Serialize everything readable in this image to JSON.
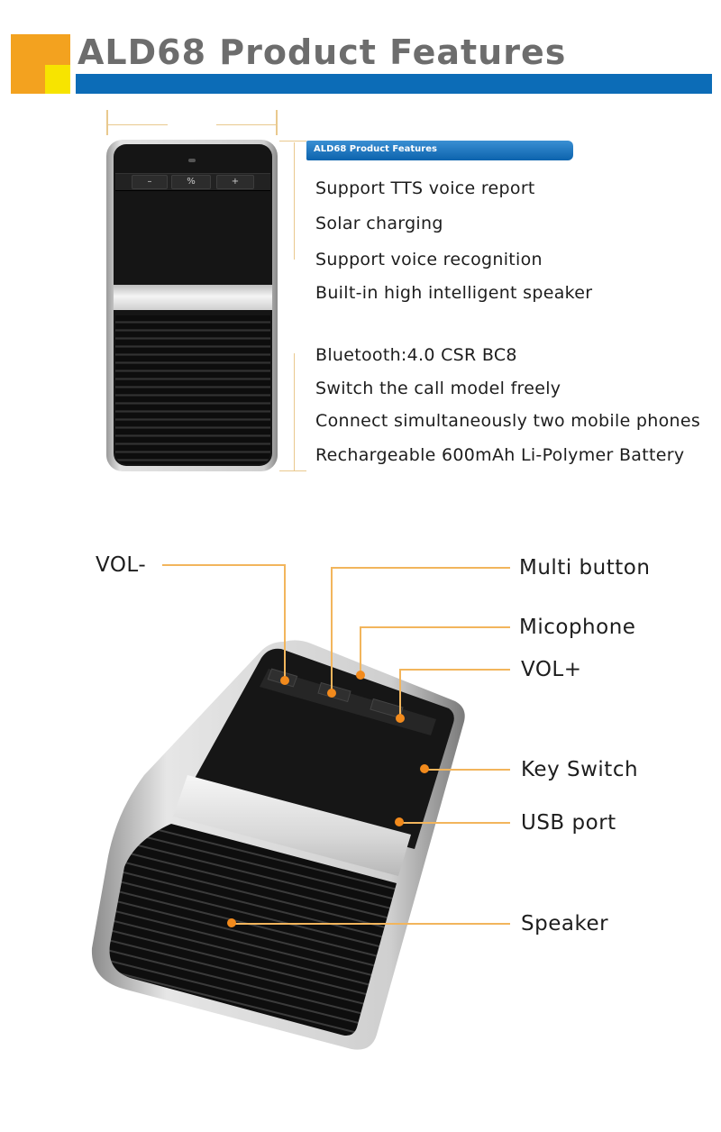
{
  "header": {
    "title": "ALD68 Product Features"
  },
  "mini_header": {
    "label": "ALD68 Product Features"
  },
  "features": [
    "Support TTS voice report",
    "Solar charging",
    "Support voice recognition",
    "Built-in high intelligent speaker",
    "Bluetooth:4.0 CSR BC8",
    "Switch the call model freely",
    "Connect simultaneously two mobile phones",
    "Rechargeable 600mAh Li-Polymer Battery"
  ],
  "device_top_buttons": {
    "minus": "–",
    "multi": "%",
    "plus": "+"
  },
  "callouts": {
    "vol_minus": "VOL-",
    "multi_button": "Multi button",
    "microphone": "Micophone",
    "vol_plus": "VOL+",
    "key_switch": "Key Switch",
    "usb_port": "USB port",
    "speaker": "Speaker"
  },
  "colors": {
    "accent_blue": "#0c6cb7",
    "accent_orange": "#f3a21f",
    "accent_yellow": "#f7e400",
    "callout_line": "#f2b55c",
    "callout_dot": "#f28a1c"
  }
}
